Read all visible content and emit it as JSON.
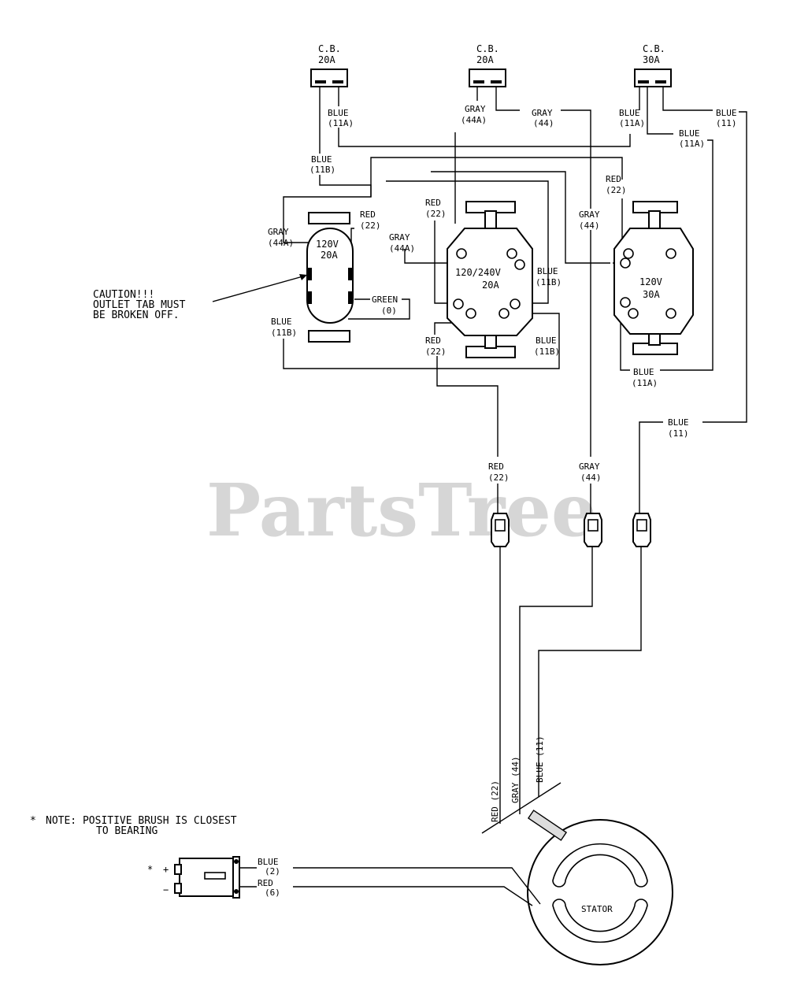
{
  "watermark": "PartsTree",
  "breakers": [
    {
      "line1": "C.B.",
      "line2": "20A"
    },
    {
      "line1": "C.B.",
      "line2": "20A"
    },
    {
      "line1": "C.B.",
      "line2": "30A"
    }
  ],
  "outlets": {
    "duplex": {
      "line1": "120V",
      "line2": "20A"
    },
    "twistlock_240": {
      "line1": "120/240V",
      "line2": "20A"
    },
    "twistlock_120": {
      "line1": "120V",
      "line2": "30A"
    }
  },
  "caution": [
    "CAUTION!!!",
    "OUTLET TAB MUST",
    "BE BROKEN OFF."
  ],
  "wire_labels": {
    "blue_11a_cb1": [
      "BLUE",
      "(11A)"
    ],
    "blue_11b_top": [
      "BLUE",
      "(11B)"
    ],
    "gray_44a_cb2": [
      "GRAY",
      "(44A)"
    ],
    "gray_44_cb2": [
      "GRAY",
      "(44)"
    ],
    "blue_11a_cb3": [
      "BLUE",
      "(11A)"
    ],
    "blue_11_cb3": [
      "BLUE",
      "(11)"
    ],
    "blue_11a_right": [
      "BLUE",
      "(11A)"
    ],
    "red_22_left": [
      "RED",
      "(22)"
    ],
    "gray_44a_left": [
      "GRAY",
      "(44A)"
    ],
    "gray_44a_mid": [
      "GRAY",
      "(44A)"
    ],
    "red_22_mid": [
      "RED",
      "(22)"
    ],
    "gray_44_mid": [
      "GRAY",
      "(44)"
    ],
    "red_22_right": [
      "RED",
      "(22)"
    ],
    "blue_11b_mid": [
      "BLUE",
      "(11B)"
    ],
    "green_0": [
      "GREEN",
      "(0)"
    ],
    "blue_11b_left": [
      "BLUE",
      "(11B)"
    ],
    "red_22_low": [
      "RED",
      "(22)"
    ],
    "blue_11b_low": [
      "BLUE",
      "(11B)"
    ],
    "blue_11a_bottom": [
      "BLUE",
      "(11A)"
    ],
    "blue_11_lower": [
      "BLUE",
      "(11)"
    ],
    "red_22_conn": [
      "RED",
      "(22)"
    ],
    "gray_44_conn": [
      "GRAY",
      "(44)"
    ],
    "blue_2_brush": [
      "BLUE",
      "(2)"
    ],
    "red_6_brush": [
      "RED",
      "(6)"
    ]
  },
  "stator_leads": [
    "RED (22)",
    "GRAY (44)",
    "BLUE (11)"
  ],
  "stator_label": "STATOR",
  "note": [
    "NOTE: POSITIVE BRUSH IS CLOSEST",
    "TO BEARING"
  ],
  "note_mark": "*",
  "brush_mark": "*",
  "brush_plus": "+",
  "brush_minus": "−"
}
